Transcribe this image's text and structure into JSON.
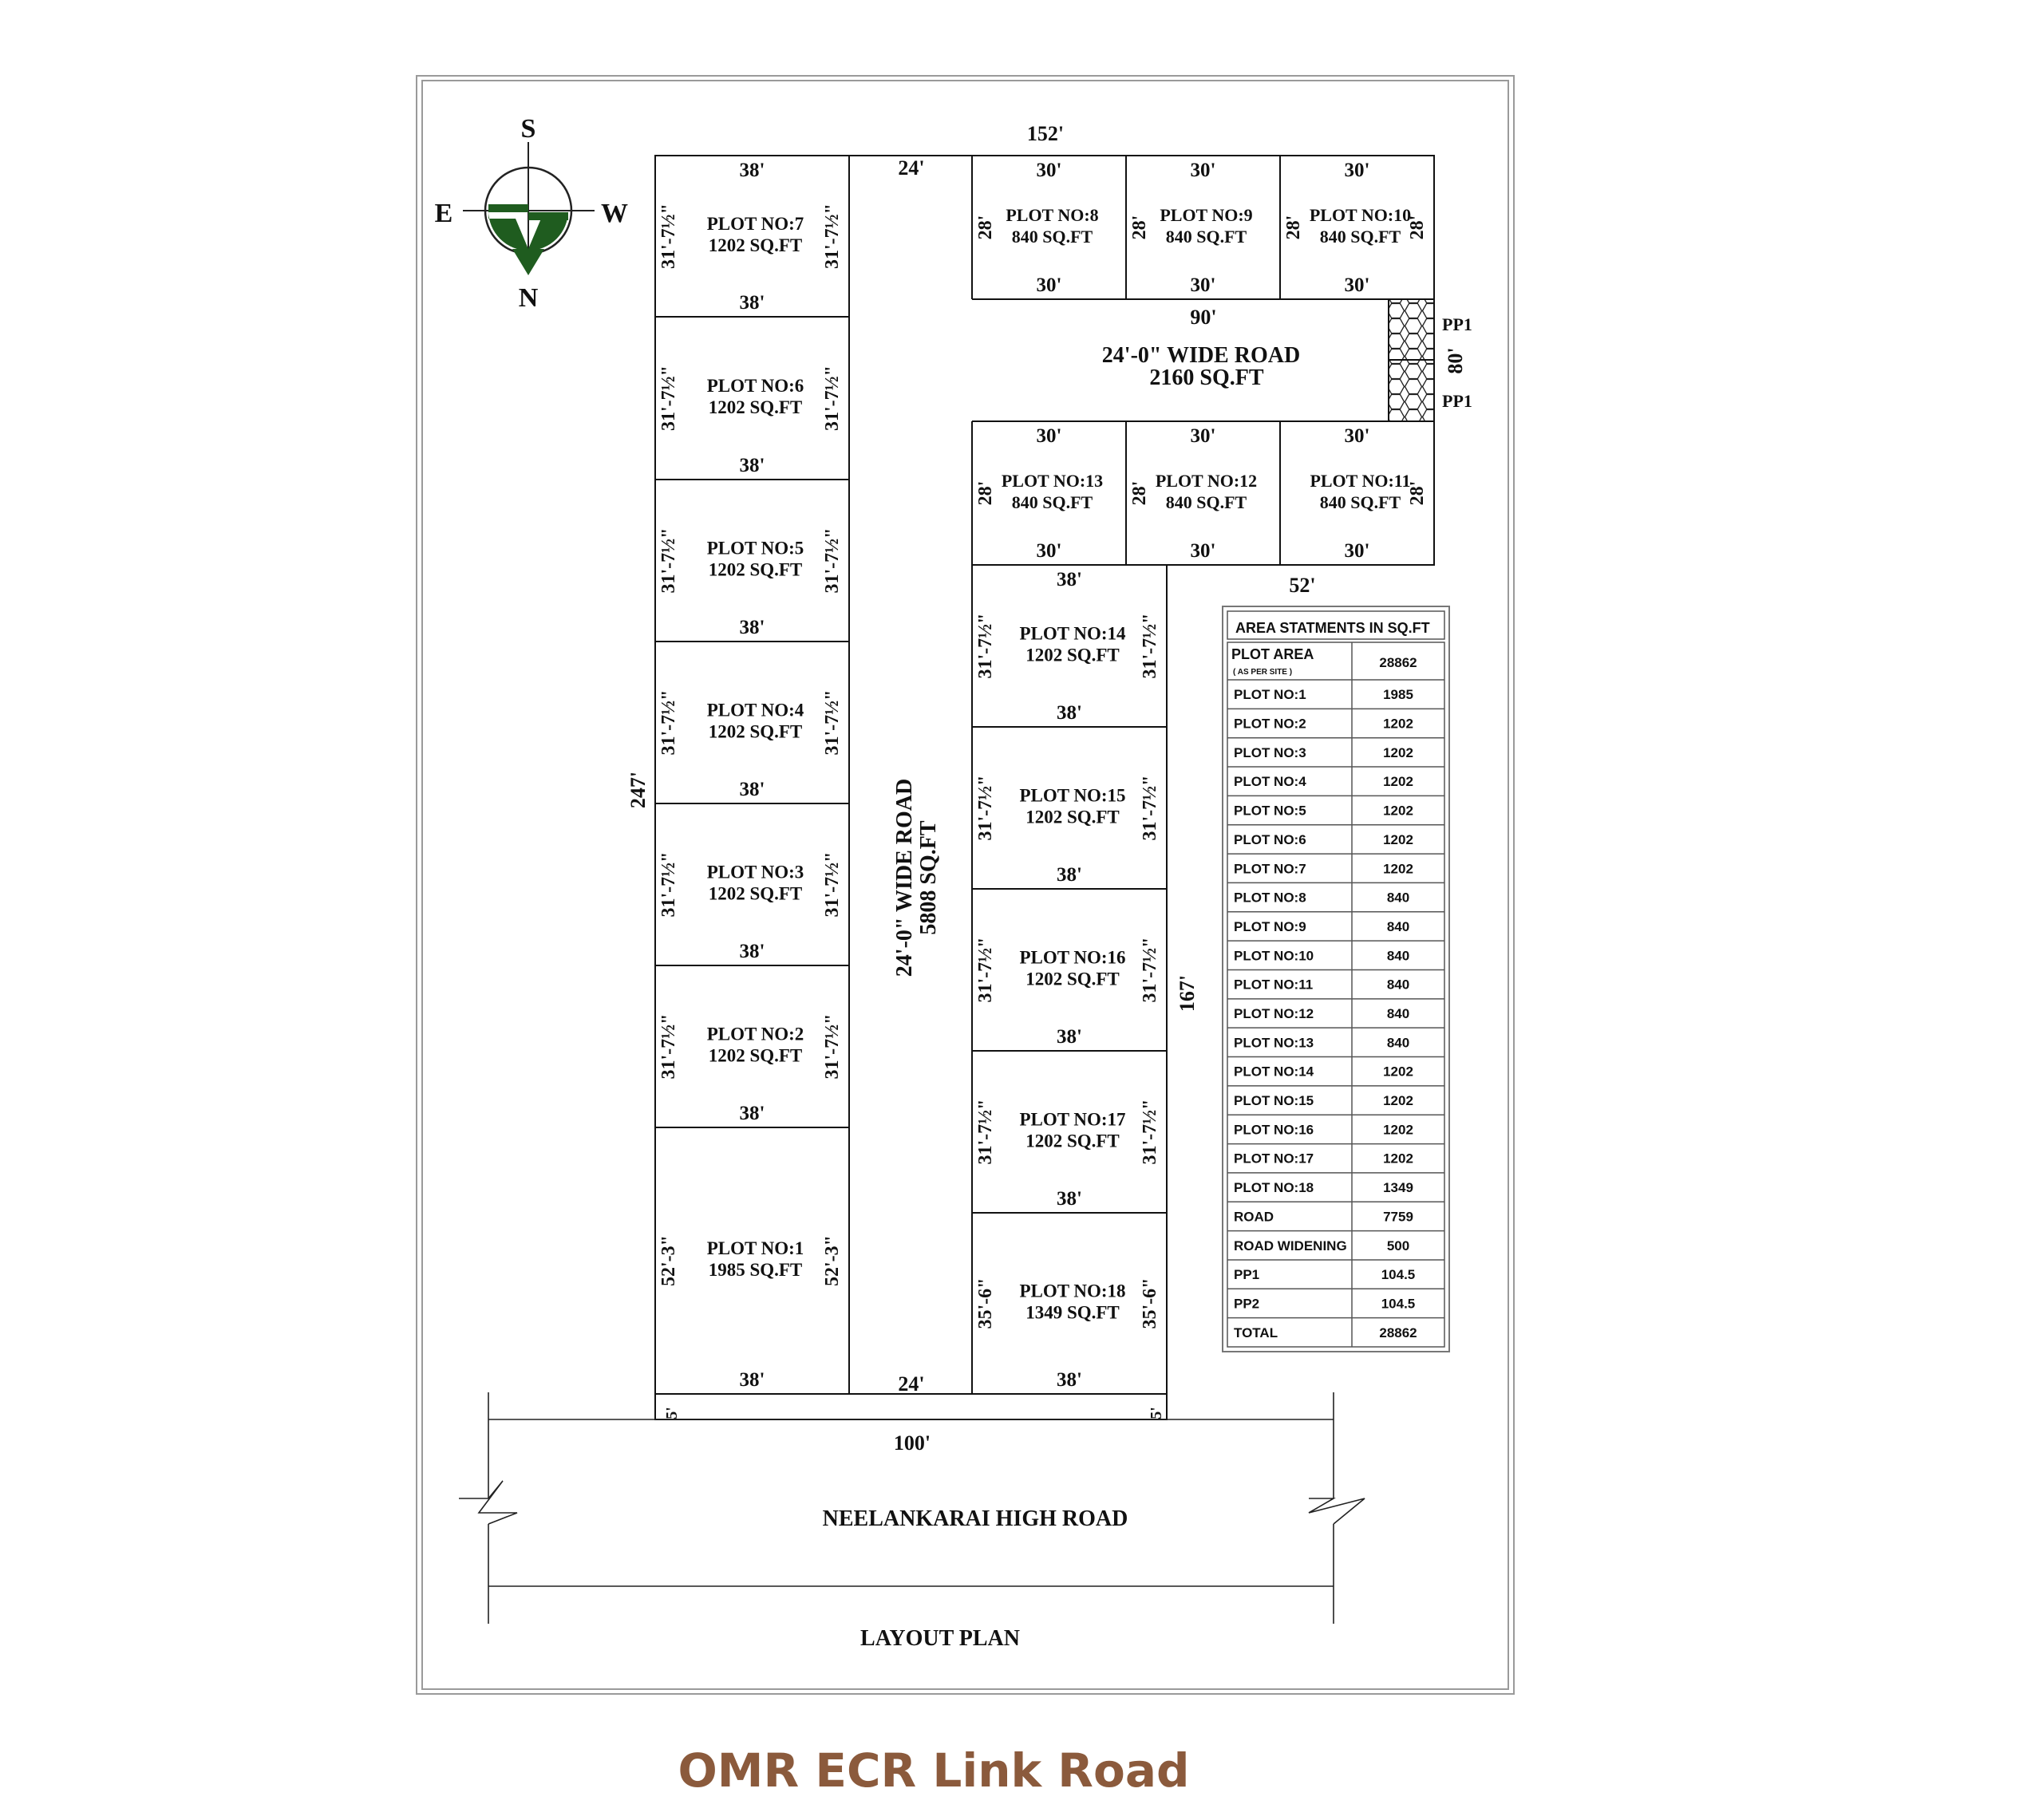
{
  "frame_title": "LAYOUT PLAN",
  "caption": "OMR ECR Link Road",
  "caption_color": "#8b5a3c",
  "compass": {
    "top": "S",
    "bottom": "N",
    "left": "E",
    "right": "W",
    "color": "#1f5c1f"
  },
  "dimensions": {
    "top_total": "152'",
    "left_total": "247'",
    "right_inner": "167'",
    "bottom_total": "100'",
    "road_top_width": "24'",
    "road_bottom_width": "24'",
    "cross_road_length": "90'",
    "right_step": "52'",
    "pp_height": "80'",
    "setback_left": "5'",
    "setback_right": "5'"
  },
  "roads": {
    "main_name": "24'-0\" WIDE ROAD",
    "main_area": "5808 SQ.FT",
    "cross_name": "24'-0\" WIDE ROAD",
    "cross_area": "2160 SQ.FT",
    "highway": "NEELANKARAI HIGH ROAD"
  },
  "pp_labels": [
    "PP1",
    "PP1"
  ],
  "plots": [
    {
      "name": "PLOT NO:1",
      "area": "1985 SQ.FT",
      "top": "",
      "bottom": "38'",
      "left": "52'-3\"",
      "right": "52'-3\""
    },
    {
      "name": "PLOT NO:2",
      "area": "1202 SQ.FT",
      "top": "",
      "bottom": "38'",
      "left": "31'-7½\"",
      "right": "31'-7½\""
    },
    {
      "name": "PLOT NO:3",
      "area": "1202 SQ.FT",
      "top": "",
      "bottom": "38'",
      "left": "31'-7½\"",
      "right": "31'-7½\""
    },
    {
      "name": "PLOT NO:4",
      "area": "1202 SQ.FT",
      "top": "",
      "bottom": "38'",
      "left": "31'-7½\"",
      "right": "31'-7½\""
    },
    {
      "name": "PLOT NO:5",
      "area": "1202 SQ.FT",
      "top": "",
      "bottom": "38'",
      "left": "31'-7½\"",
      "right": "31'-7½\""
    },
    {
      "name": "PLOT NO:6",
      "area": "1202 SQ.FT",
      "top": "",
      "bottom": "38'",
      "left": "31'-7½\"",
      "right": "31'-7½\""
    },
    {
      "name": "PLOT NO:7",
      "area": "1202 SQ.FT",
      "top": "38'",
      "bottom": "38'",
      "left": "31'-7½\"",
      "right": "31'-7½\""
    },
    {
      "name": "PLOT NO:8",
      "area": "840 SQ.FT",
      "top": "30'",
      "bottom": "30'",
      "left": "28'",
      "right": ""
    },
    {
      "name": "PLOT NO:9",
      "area": "840 SQ.FT",
      "top": "30'",
      "bottom": "30'",
      "left": "28'",
      "right": ""
    },
    {
      "name": "PLOT NO:10",
      "area": "840 SQ.FT",
      "top": "30'",
      "bottom": "30'",
      "left": "28'",
      "right": "28'"
    },
    {
      "name": "PLOT NO:11",
      "area": "840 SQ.FT",
      "top": "30'",
      "bottom": "30'",
      "left": "",
      "right": "28'"
    },
    {
      "name": "PLOT NO:12",
      "area": "840 SQ.FT",
      "top": "30'",
      "bottom": "30'",
      "left": "28'",
      "right": ""
    },
    {
      "name": "PLOT NO:13",
      "area": "840 SQ.FT",
      "top": "30'",
      "bottom": "30'",
      "left": "28'",
      "right": ""
    },
    {
      "name": "PLOT NO:14",
      "area": "1202 SQ.FT",
      "top": "38'",
      "bottom": "38'",
      "left": "31'-7½\"",
      "right": "31'-7½\""
    },
    {
      "name": "PLOT NO:15",
      "area": "1202 SQ.FT",
      "top": "",
      "bottom": "38'",
      "left": "31'-7½\"",
      "right": "31'-7½\""
    },
    {
      "name": "PLOT NO:16",
      "area": "1202 SQ.FT",
      "top": "",
      "bottom": "38'",
      "left": "31'-7½\"",
      "right": "31'-7½\""
    },
    {
      "name": "PLOT NO:17",
      "area": "1202 SQ.FT",
      "top": "",
      "bottom": "38'",
      "left": "31'-7½\"",
      "right": "31'-7½\""
    },
    {
      "name": "PLOT NO:18",
      "area": "1349 SQ.FT",
      "top": "",
      "bottom": "38'",
      "left": "35'-6\"",
      "right": "35'-6\""
    }
  ],
  "area_table": {
    "title": "AREA STATMENTS IN SQ.FT",
    "header": {
      "label": "PLOT AREA",
      "sublabel": "( AS PER SITE )",
      "value": "28862"
    },
    "rows": [
      {
        "label": "PLOT NO:1",
        "value": "1985"
      },
      {
        "label": "PLOT NO:2",
        "value": "1202"
      },
      {
        "label": "PLOT NO:3",
        "value": "1202"
      },
      {
        "label": "PLOT NO:4",
        "value": "1202"
      },
      {
        "label": "PLOT NO:5",
        "value": "1202"
      },
      {
        "label": "PLOT NO:6",
        "value": "1202"
      },
      {
        "label": "PLOT NO:7",
        "value": "1202"
      },
      {
        "label": "PLOT NO:8",
        "value": "840"
      },
      {
        "label": "PLOT NO:9",
        "value": "840"
      },
      {
        "label": "PLOT NO:10",
        "value": "840"
      },
      {
        "label": "PLOT NO:11",
        "value": "840"
      },
      {
        "label": "PLOT NO:12",
        "value": "840"
      },
      {
        "label": "PLOT NO:13",
        "value": "840"
      },
      {
        "label": "PLOT NO:14",
        "value": "1202"
      },
      {
        "label": "PLOT NO:15",
        "value": "1202"
      },
      {
        "label": "PLOT NO:16",
        "value": "1202"
      },
      {
        "label": "PLOT NO:17",
        "value": "1202"
      },
      {
        "label": "PLOT NO:18",
        "value": "1349"
      },
      {
        "label": "ROAD",
        "value": "7759"
      },
      {
        "label": "ROAD WIDENING",
        "value": "500"
      },
      {
        "label": "PP1",
        "value": "104.5"
      },
      {
        "label": "PP2",
        "value": "104.5"
      },
      {
        "label": "TOTAL",
        "value": "28862"
      }
    ]
  }
}
